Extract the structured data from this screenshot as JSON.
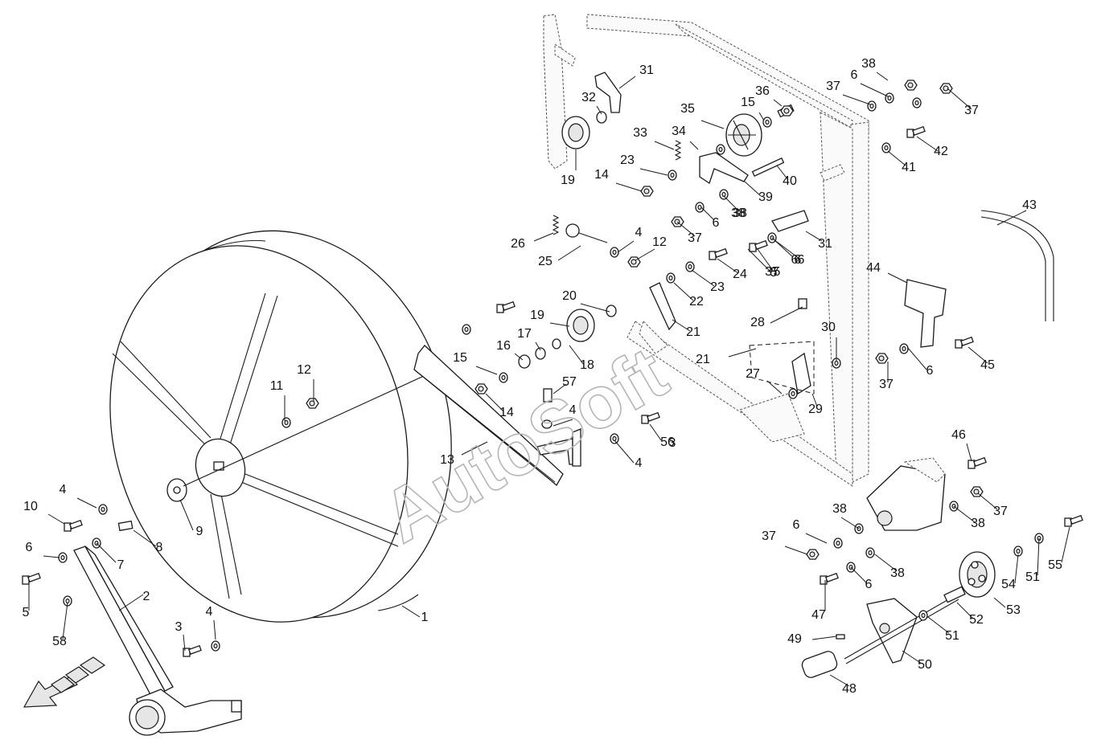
{
  "watermark": "AutoSoft",
  "callouts": [
    {
      "label": "31"
    },
    {
      "label": "32"
    },
    {
      "label": "19"
    },
    {
      "label": "33"
    },
    {
      "label": "35"
    },
    {
      "label": "15"
    },
    {
      "label": "36"
    },
    {
      "label": "34"
    },
    {
      "label": "23"
    },
    {
      "label": "14"
    },
    {
      "label": "39"
    },
    {
      "label": "40"
    },
    {
      "label": "38"
    },
    {
      "label": "37"
    },
    {
      "label": "6"
    },
    {
      "label": "37"
    },
    {
      "label": "38"
    },
    {
      "label": "6"
    },
    {
      "label": "37"
    },
    {
      "label": "42"
    },
    {
      "label": "41"
    },
    {
      "label": "43"
    },
    {
      "label": "26"
    },
    {
      "label": "25"
    },
    {
      "label": "4"
    },
    {
      "label": "12"
    },
    {
      "label": "6"
    },
    {
      "label": "37"
    },
    {
      "label": "38"
    },
    {
      "label": "31"
    },
    {
      "label": "5"
    },
    {
      "label": "6"
    },
    {
      "label": "24"
    },
    {
      "label": "23"
    },
    {
      "label": "22"
    },
    {
      "label": "21"
    },
    {
      "label": "20"
    },
    {
      "label": "19"
    },
    {
      "label": "17"
    },
    {
      "label": "16"
    },
    {
      "label": "15"
    },
    {
      "label": "18"
    },
    {
      "label": "14"
    },
    {
      "label": "57"
    },
    {
      "label": "28"
    },
    {
      "label": "30"
    },
    {
      "label": "21"
    },
    {
      "label": "27"
    },
    {
      "label": "29"
    },
    {
      "label": "44"
    },
    {
      "label": "45"
    },
    {
      "label": "37"
    },
    {
      "label": "6"
    },
    {
      "label": "5"
    },
    {
      "label": "6"
    },
    {
      "label": "12"
    },
    {
      "label": "11"
    },
    {
      "label": "13"
    },
    {
      "label": "4"
    },
    {
      "label": "56"
    },
    {
      "label": "3"
    },
    {
      "label": "4"
    },
    {
      "label": "46"
    },
    {
      "label": "37"
    },
    {
      "label": "38"
    },
    {
      "label": "38"
    },
    {
      "label": "6"
    },
    {
      "label": "37"
    },
    {
      "label": "38"
    },
    {
      "label": "6"
    },
    {
      "label": "47"
    },
    {
      "label": "55"
    },
    {
      "label": "51"
    },
    {
      "label": "54"
    },
    {
      "label": "53"
    },
    {
      "label": "52"
    },
    {
      "label": "51"
    },
    {
      "label": "50"
    },
    {
      "label": "49"
    },
    {
      "label": "48"
    },
    {
      "label": "10"
    },
    {
      "label": "4"
    },
    {
      "label": "9"
    },
    {
      "label": "8"
    },
    {
      "label": "6"
    },
    {
      "label": "7"
    },
    {
      "label": "5"
    },
    {
      "label": "58"
    },
    {
      "label": "2"
    },
    {
      "label": "3"
    },
    {
      "label": "4"
    },
    {
      "label": "1"
    }
  ]
}
